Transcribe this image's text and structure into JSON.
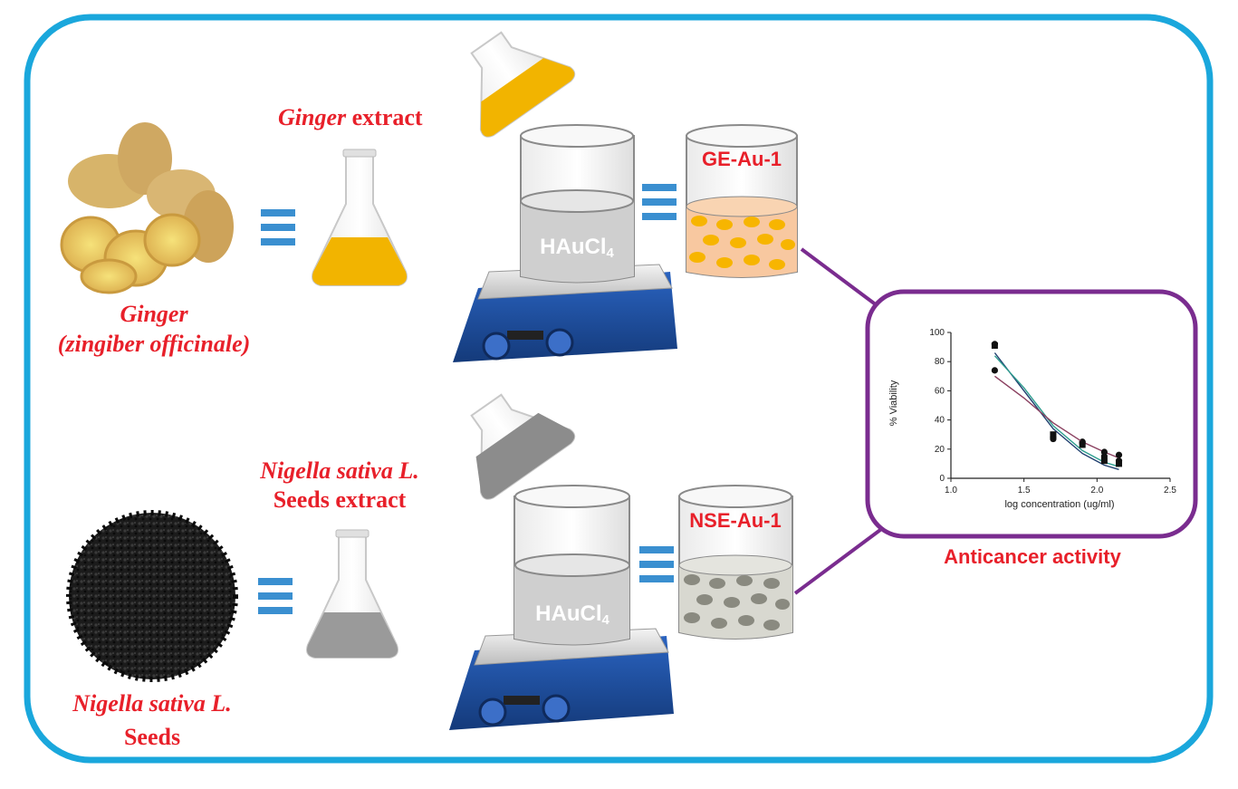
{
  "labels": {
    "ginger_extract_italic": "Ginger",
    "ginger_extract_rest": " extract",
    "ginger_name": "Ginger",
    "ginger_latin": "(zingiber officinale)",
    "nigella_extract_line1": "Nigella sativa L.",
    "nigella_extract_line2": "Seeds extract",
    "nigella_name": "Nigella sativa L.",
    "nigella_seeds": "Seeds",
    "reagent_top": "HAuCl",
    "reagent_top_sub": "4",
    "reagent_bottom": "HAuCl",
    "reagent_bottom_sub": "4",
    "product_top": "GE-Au-1",
    "product_bottom": "NSE-Au-1",
    "result": "Anticancer activity"
  },
  "colors": {
    "frame": "#1aa7dc",
    "link": "#7a2c8f",
    "equals": "#3a8fd0",
    "label_red": "#e8202a",
    "ginger_liquid": "#f2b400",
    "nigella_liquid": "#9a9a9a",
    "gold_np": "#f7b500",
    "gold_solution": "#f8c8a0",
    "seed_np": "#8a8a80",
    "seed_solution": "#d8d8d0",
    "stirrer_blue": "#1d4fa0"
  },
  "icons": [
    "ginger-root-icon",
    "seeds-pile-icon",
    "flask-icon",
    "pouring-flask-icon",
    "beaker-icon",
    "hot-plate-stirrer-icon",
    "equals-icon"
  ],
  "chart_data": {
    "type": "line",
    "xlabel": "log concentration (ug/ml)",
    "ylabel": "% Viability",
    "xlim": [
      1.0,
      2.5
    ],
    "ylim": [
      0,
      100
    ],
    "xticks": [
      "1.0",
      "1.5",
      "2.0",
      "2.5"
    ],
    "yticks": [
      "0",
      "20",
      "40",
      "60",
      "80",
      "100"
    ],
    "series": [
      {
        "color": "#1f3f6f",
        "points": [
          [
            1.3,
            92
          ],
          [
            1.7,
            28
          ],
          [
            1.9,
            25
          ],
          [
            2.05,
            15
          ],
          [
            2.15,
            12
          ]
        ],
        "curve": [
          [
            1.3,
            86
          ],
          [
            1.5,
            60
          ],
          [
            1.7,
            34
          ],
          [
            1.9,
            17
          ],
          [
            2.05,
            9
          ],
          [
            2.15,
            6
          ]
        ]
      },
      {
        "color": "#2e9e8f",
        "points": [
          [
            1.3,
            91
          ],
          [
            1.7,
            30
          ],
          [
            1.9,
            23
          ],
          [
            2.05,
            12
          ],
          [
            2.15,
            10
          ]
        ],
        "curve": [
          [
            1.3,
            84
          ],
          [
            1.5,
            62
          ],
          [
            1.7,
            36
          ],
          [
            1.9,
            19
          ],
          [
            2.05,
            11
          ],
          [
            2.15,
            8
          ]
        ]
      },
      {
        "color": "#8a3f5f",
        "points": [
          [
            1.3,
            74
          ],
          [
            1.7,
            27
          ],
          [
            1.9,
            24
          ],
          [
            2.05,
            18
          ],
          [
            2.15,
            16
          ]
        ],
        "curve": [
          [
            1.3,
            70
          ],
          [
            1.5,
            55
          ],
          [
            1.7,
            38
          ],
          [
            1.9,
            25
          ],
          [
            2.05,
            18
          ],
          [
            2.15,
            14
          ]
        ]
      }
    ]
  }
}
